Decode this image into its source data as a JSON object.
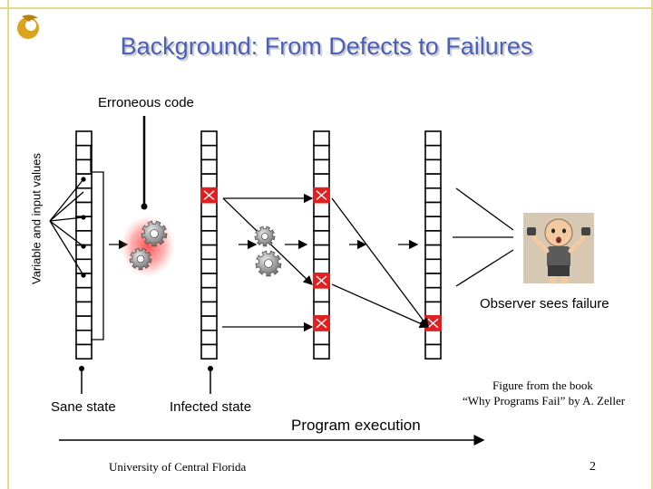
{
  "slide": {
    "title": "Background: From Defects to Failures",
    "page_number": "2",
    "footer": "University of Central Florida"
  },
  "labels": {
    "erroneous_code": "Erroneous code",
    "variable_input": "Variable and input values",
    "sane_state": "Sane state",
    "infected_state": "Infected state",
    "program_execution": "Program execution",
    "observer": "Observer sees failure",
    "citation_line1": "Figure from the book",
    "citation_line2": "“Why Programs Fail” by A. Zeller"
  },
  "colors": {
    "title": "#4a5fb8",
    "infection": "#e02020",
    "frame": "#e8d98a"
  },
  "icons": {
    "logo": "pegasus-logo-icon",
    "defect_gears": "red-glow-gears-icon",
    "propagating_gears": "gray-gears-icon",
    "observer": "observer-person-icon"
  }
}
